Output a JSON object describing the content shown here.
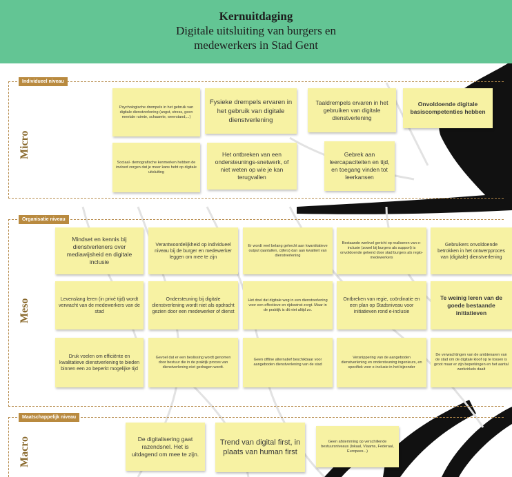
{
  "header": {
    "title": "Kernuitdaging",
    "subtitle_line1": "Digitale uitsluiting van burgers en",
    "subtitle_line2": "medewerkers in Stad Gent"
  },
  "sections": {
    "micro": {
      "tag": "Individueel niveau",
      "label": "Micro",
      "notes": [
        "Psychologische drempels in het gebruik van digitale dienstverlening (angst, stress, geen mentale ruimte, schaamte, weerstand,...)",
        "Fysieke drempels ervaren in het gebruik van digitale dienstverlening",
        "Taaldrempels ervaren in het gebruiken van digitale dienstverlening",
        "Onvoldoende digitale basiscompetenties hebben",
        "Sociaal- demografische kenmerken hebben de invloed zorgen dat je meer kans hebt op digitale uitsluiting",
        "Het ontbreken van een ondersteunings-snetwerk, of niet weten op wie je kan terugvallen",
        "Gebrek aan leercapaciteiten en tijd, en toegang vinden tot leerkansen"
      ]
    },
    "meso": {
      "tag": "Organisatie niveau",
      "label": "Meso",
      "notes": [
        "Mindset en kennis bij dienstverleners over mediawijsheid en digitale inclusie",
        "Verantwoordelijkheid op individueel niveau bij de burger en medewerker leggen om mee te zijn",
        "Er wordt veel belang gehecht aan kwantitatieve output (aantallen, cijfers) dan aan kwaliteit van dienstverlening",
        "Bestaande werkvel gericht op realiseren van e-inclusie (zowel bij burgers als support) is onvoldoende gekend door stad burgers als regio-medewerkers",
        "Gebruikers onvoldoende betrokken in het ontwerpproces van (digitale) dienstverlening",
        "Levenslang leren (in privé tijd) wordt verwacht van de medewerkers van de stad",
        "Ondersteuning bij digitale dienstverlening wordt niet als opdracht gezien door een medewerker of dienst",
        "Het doel dat digitale weg in een dienstverlening voor een effectieve en rijdswinst zorgt. Maar in de praktijk is dit niet altijd zo.",
        "Ontbreken van regie, coördinatie en een plan op Stadsniveau voor initiatieven rond e-inclusie",
        "Te weinig leren van de goede bestaande initiatieven",
        "Druk voelen om efficiënte en kwalitatieve dienstverlening te bieden binnen een zo beperkt mogelijke tijd",
        "Gevoel dat er een beslissing wordt genomen door bestuur die in de praktijk proces van dienstverlening niet gedragen wordt.",
        "Geen offline alternatief beschikbaar voor aangeboden dienstverlening van de stad",
        "Versnippering van de aangeboden dienstverlening en ondersteuning ingenieurs, en specifiek voor e-inclusie in het bijzonder",
        "De verwachtingen van de ambtenaren van de stad om de digitale kloof op te lossen is groot maar er zijn beperkingen en het aantal werkcirkels daalt"
      ]
    },
    "macro": {
      "tag": "Maatschappelijk niveau",
      "label": "Macro",
      "notes": [
        "De digitalisering gaat razendsnel. Het is uitdagend om mee te zijn.",
        "Trend van digital first, in plaats van human first",
        "Geen afstemming op verschillende bestuursniveaus (lokaal, Vlaams, Federaal, Europees...)"
      ]
    }
  }
}
